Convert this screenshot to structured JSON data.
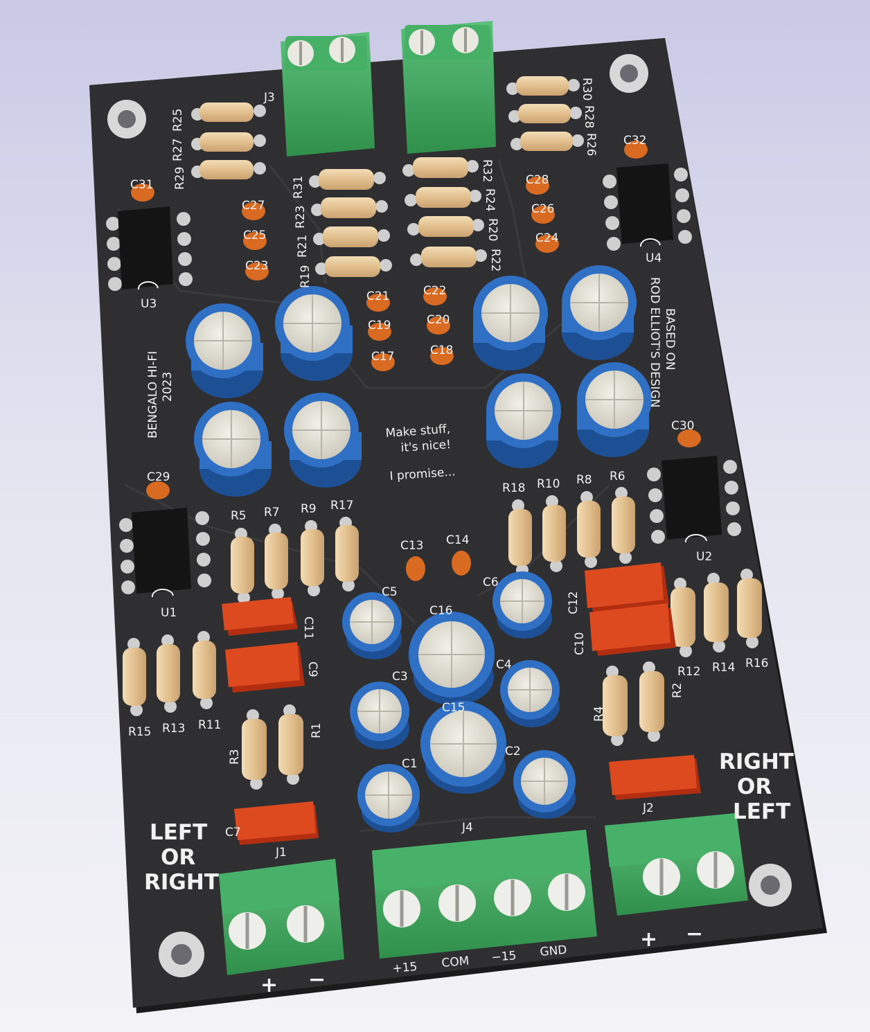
{
  "board": {
    "colors": {
      "pcb": "#2e2e30",
      "silk": "#f2f2f2",
      "terminal": "#3aa85a",
      "electrolytic": "#2f6fc4",
      "ceramic": "#d86a22",
      "film": "#d9421c",
      "resistor": "#e6c79a",
      "ic": "#151515"
    },
    "refs": {
      "J1": "J1",
      "J2": "J2",
      "J3": "J3",
      "J4": "J4",
      "U1": "U1",
      "U2": "U2",
      "U3": "U3",
      "U4": "U4",
      "R1": "R1",
      "R2": "R2",
      "R3": "R3",
      "R4": "R4",
      "R5": "R5",
      "R6": "R6",
      "R7": "R7",
      "R8": "R8",
      "R9": "R9",
      "R10": "R10",
      "R11": "R11",
      "R12": "R12",
      "R13": "R13",
      "R14": "R14",
      "R15": "R15",
      "R16": "R16",
      "R17": "R17",
      "R18": "R18",
      "R19": "R19",
      "R20": "R20",
      "R21": "R21",
      "R22": "R22",
      "R23": "R23",
      "R24": "R24",
      "R25": "R25",
      "R26": "R26",
      "R27": "R27",
      "R28": "R28",
      "R29": "R29",
      "R30": "R30",
      "R31": "R31",
      "R32": "R32",
      "C1": "C1",
      "C2": "C2",
      "C3": "C3",
      "C4": "C4",
      "C5": "C5",
      "C6": "C6",
      "C7": "C7",
      "C9": "C9",
      "C10": "C10",
      "C11": "C11",
      "C12": "C12",
      "C13": "C13",
      "C14": "C14",
      "C15": "C15",
      "C16": "C16",
      "C17": "C17",
      "C18": "C18",
      "C19": "C19",
      "C20": "C20",
      "C21": "C21",
      "C22": "C22",
      "C23": "C23",
      "C24": "C24",
      "C25": "C25",
      "C26": "C26",
      "C27": "C27",
      "C28": "C28",
      "C29": "C29",
      "C30": "C30",
      "C31": "C31",
      "C32": "C32"
    },
    "labels": {
      "left_or_right": [
        "LEFT",
        "OR",
        "RIGHT"
      ],
      "right_or_left": [
        "RIGHT",
        "OR",
        "LEFT"
      ],
      "bengalo": [
        "BENGALO HI-FI",
        "2023"
      ],
      "based_on": [
        "BASED ON",
        "ROD ELLIOT'S DESIGN"
      ],
      "make_stuff": [
        "Make stuff,",
        "it's nice!"
      ],
      "promise": "I promise...",
      "power_pins": [
        "+15",
        "COM",
        "−15",
        "GND"
      ],
      "plus": "+",
      "minus": "−"
    }
  }
}
